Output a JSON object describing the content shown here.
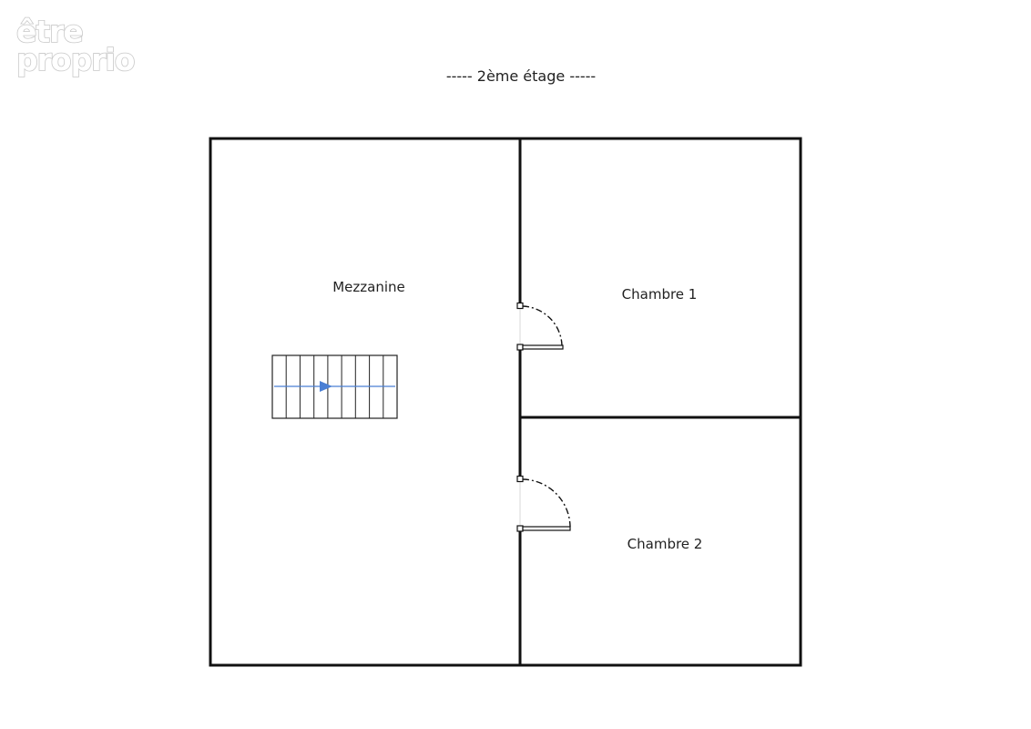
{
  "logo": {
    "line1": "être",
    "line2": "proprio"
  },
  "title": "-----  2ème étage  -----",
  "rooms": [
    {
      "id": "mezzanine",
      "label": "Mezzanine"
    },
    {
      "id": "chambre-1",
      "label": "Chambre 1"
    },
    {
      "id": "chambre-2",
      "label": "Chambre 2"
    }
  ],
  "colors": {
    "wall": "#111111",
    "stair_arrow": "#4a7fd4",
    "logo_outline": "#c8c8c8"
  },
  "icons": {
    "stairs": "staircase-icon",
    "stair_direction": "arrow-right-icon",
    "door": "door-swing-icon"
  }
}
